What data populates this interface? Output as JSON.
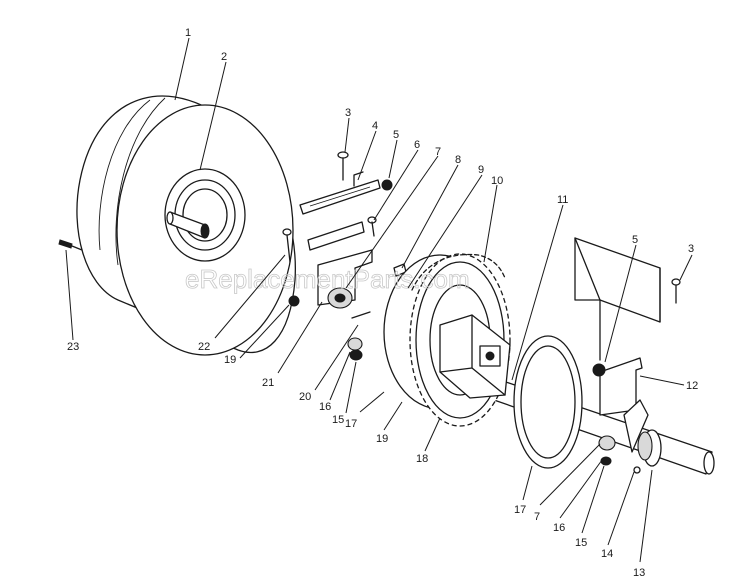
{
  "watermark": "eReplacementParts.com",
  "callouts": [
    "1",
    "2",
    "3",
    "4",
    "5",
    "6",
    "7",
    "8",
    "9",
    "10",
    "11",
    "3",
    "5",
    "12",
    "23",
    "22",
    "19",
    "21",
    "20",
    "16",
    "15",
    "17",
    "19",
    "18",
    "17",
    "7",
    "16",
    "15",
    "14",
    "13"
  ]
}
